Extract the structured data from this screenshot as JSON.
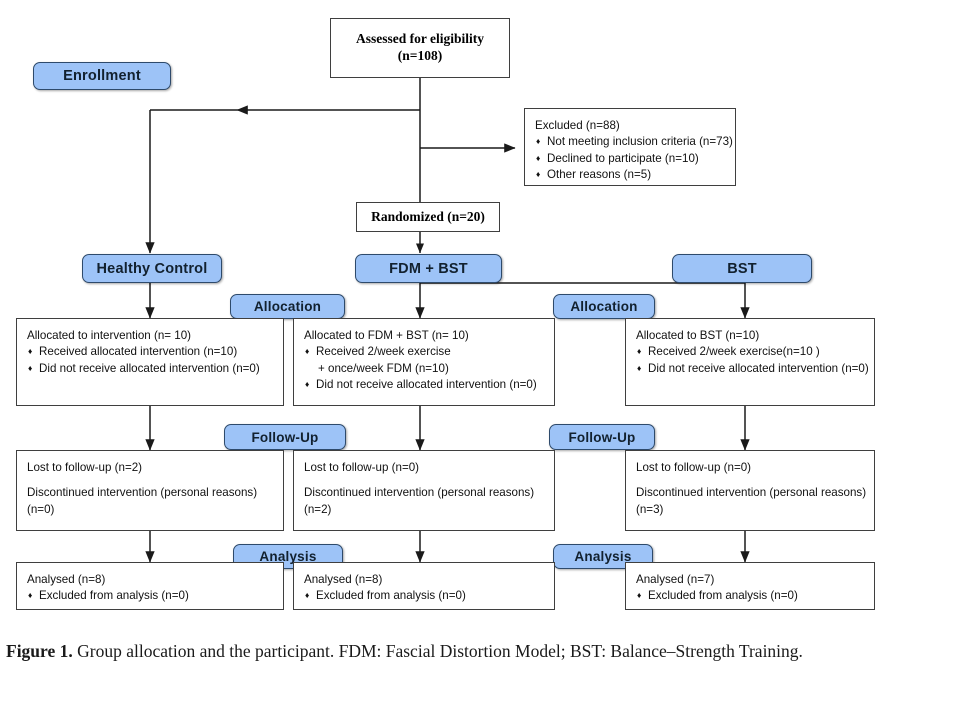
{
  "figure": {
    "caption_label": "Figure 1.",
    "caption_text": "Group allocation and the participant.  FDM: Fascial Distortion Model; BST: Balance–Strength Training."
  },
  "stage_labels": {
    "enrollment": "Enrollment",
    "allocation_left": "Allocation",
    "allocation_right": "Allocation",
    "followup_left": "Follow-Up",
    "followup_right": "Follow-Up",
    "analysis_left": "Analysis",
    "analysis_right": "Analysis"
  },
  "nodes": {
    "assessed": {
      "line1": "Assessed for eligibility",
      "line2": "(n=108)"
    },
    "excluded": {
      "title": "Excluded (n=88)",
      "items": [
        "Not meeting inclusion criteria (n=73)",
        "Declined to participate (n=10)",
        "Other reasons (n=5)"
      ]
    },
    "randomized": {
      "title": "Randomized (n=20)"
    },
    "group_healthy_control": "Healthy Control",
    "group_fdm_bst": "FDM + BST",
    "group_bst": "BST"
  },
  "allocation": {
    "healthy_control": {
      "title": "Allocated to intervention (n= 10)",
      "items": [
        "Received allocated intervention (n=10)",
        "Did not receive allocated intervention (n=0)"
      ],
      "continuation": ""
    },
    "fdm_bst": {
      "title": "Allocated to FDM + BST (n= 10)",
      "items": [
        "Received 2/week exercise",
        "Did not receive allocated intervention (n=0)"
      ],
      "continuation": "+ once/week FDM (n=10)"
    },
    "bst": {
      "title": "Allocated to BST (n=10)",
      "items": [
        "Received 2/week exercise(n=10 )",
        "Did not receive allocated intervention (n=0)"
      ],
      "continuation": ""
    }
  },
  "followup": {
    "healthy_control": {
      "lost": "Lost to follow-up (n=2)",
      "discontinued": "Discontinued intervention (personal reasons)",
      "discontinued_n": "(n=0)"
    },
    "fdm_bst": {
      "lost": "Lost to follow-up (n=0)",
      "discontinued": "Discontinued intervention (personal reasons)",
      "discontinued_n": "(n=2)"
    },
    "bst": {
      "lost": "Lost to follow-up (n=0)",
      "discontinued": "Discontinued intervention (personal reasons)",
      "discontinued_n": "(n=3)"
    }
  },
  "analysis": {
    "healthy_control": {
      "title": "Analysed (n=8)",
      "item": "Excluded from analysis (n=0)"
    },
    "fdm_bst": {
      "title": "Analysed (n=8)",
      "item": "Excluded from analysis (n=0)"
    },
    "bst": {
      "title": "Analysed (n=7)",
      "item": "Excluded from analysis (n=0)"
    }
  },
  "colors": {
    "pill_fill": "#9DC3F7",
    "pill_border": "#2E4A6B",
    "box_border": "#3F3F3F",
    "connector": "#1A1A1A"
  }
}
